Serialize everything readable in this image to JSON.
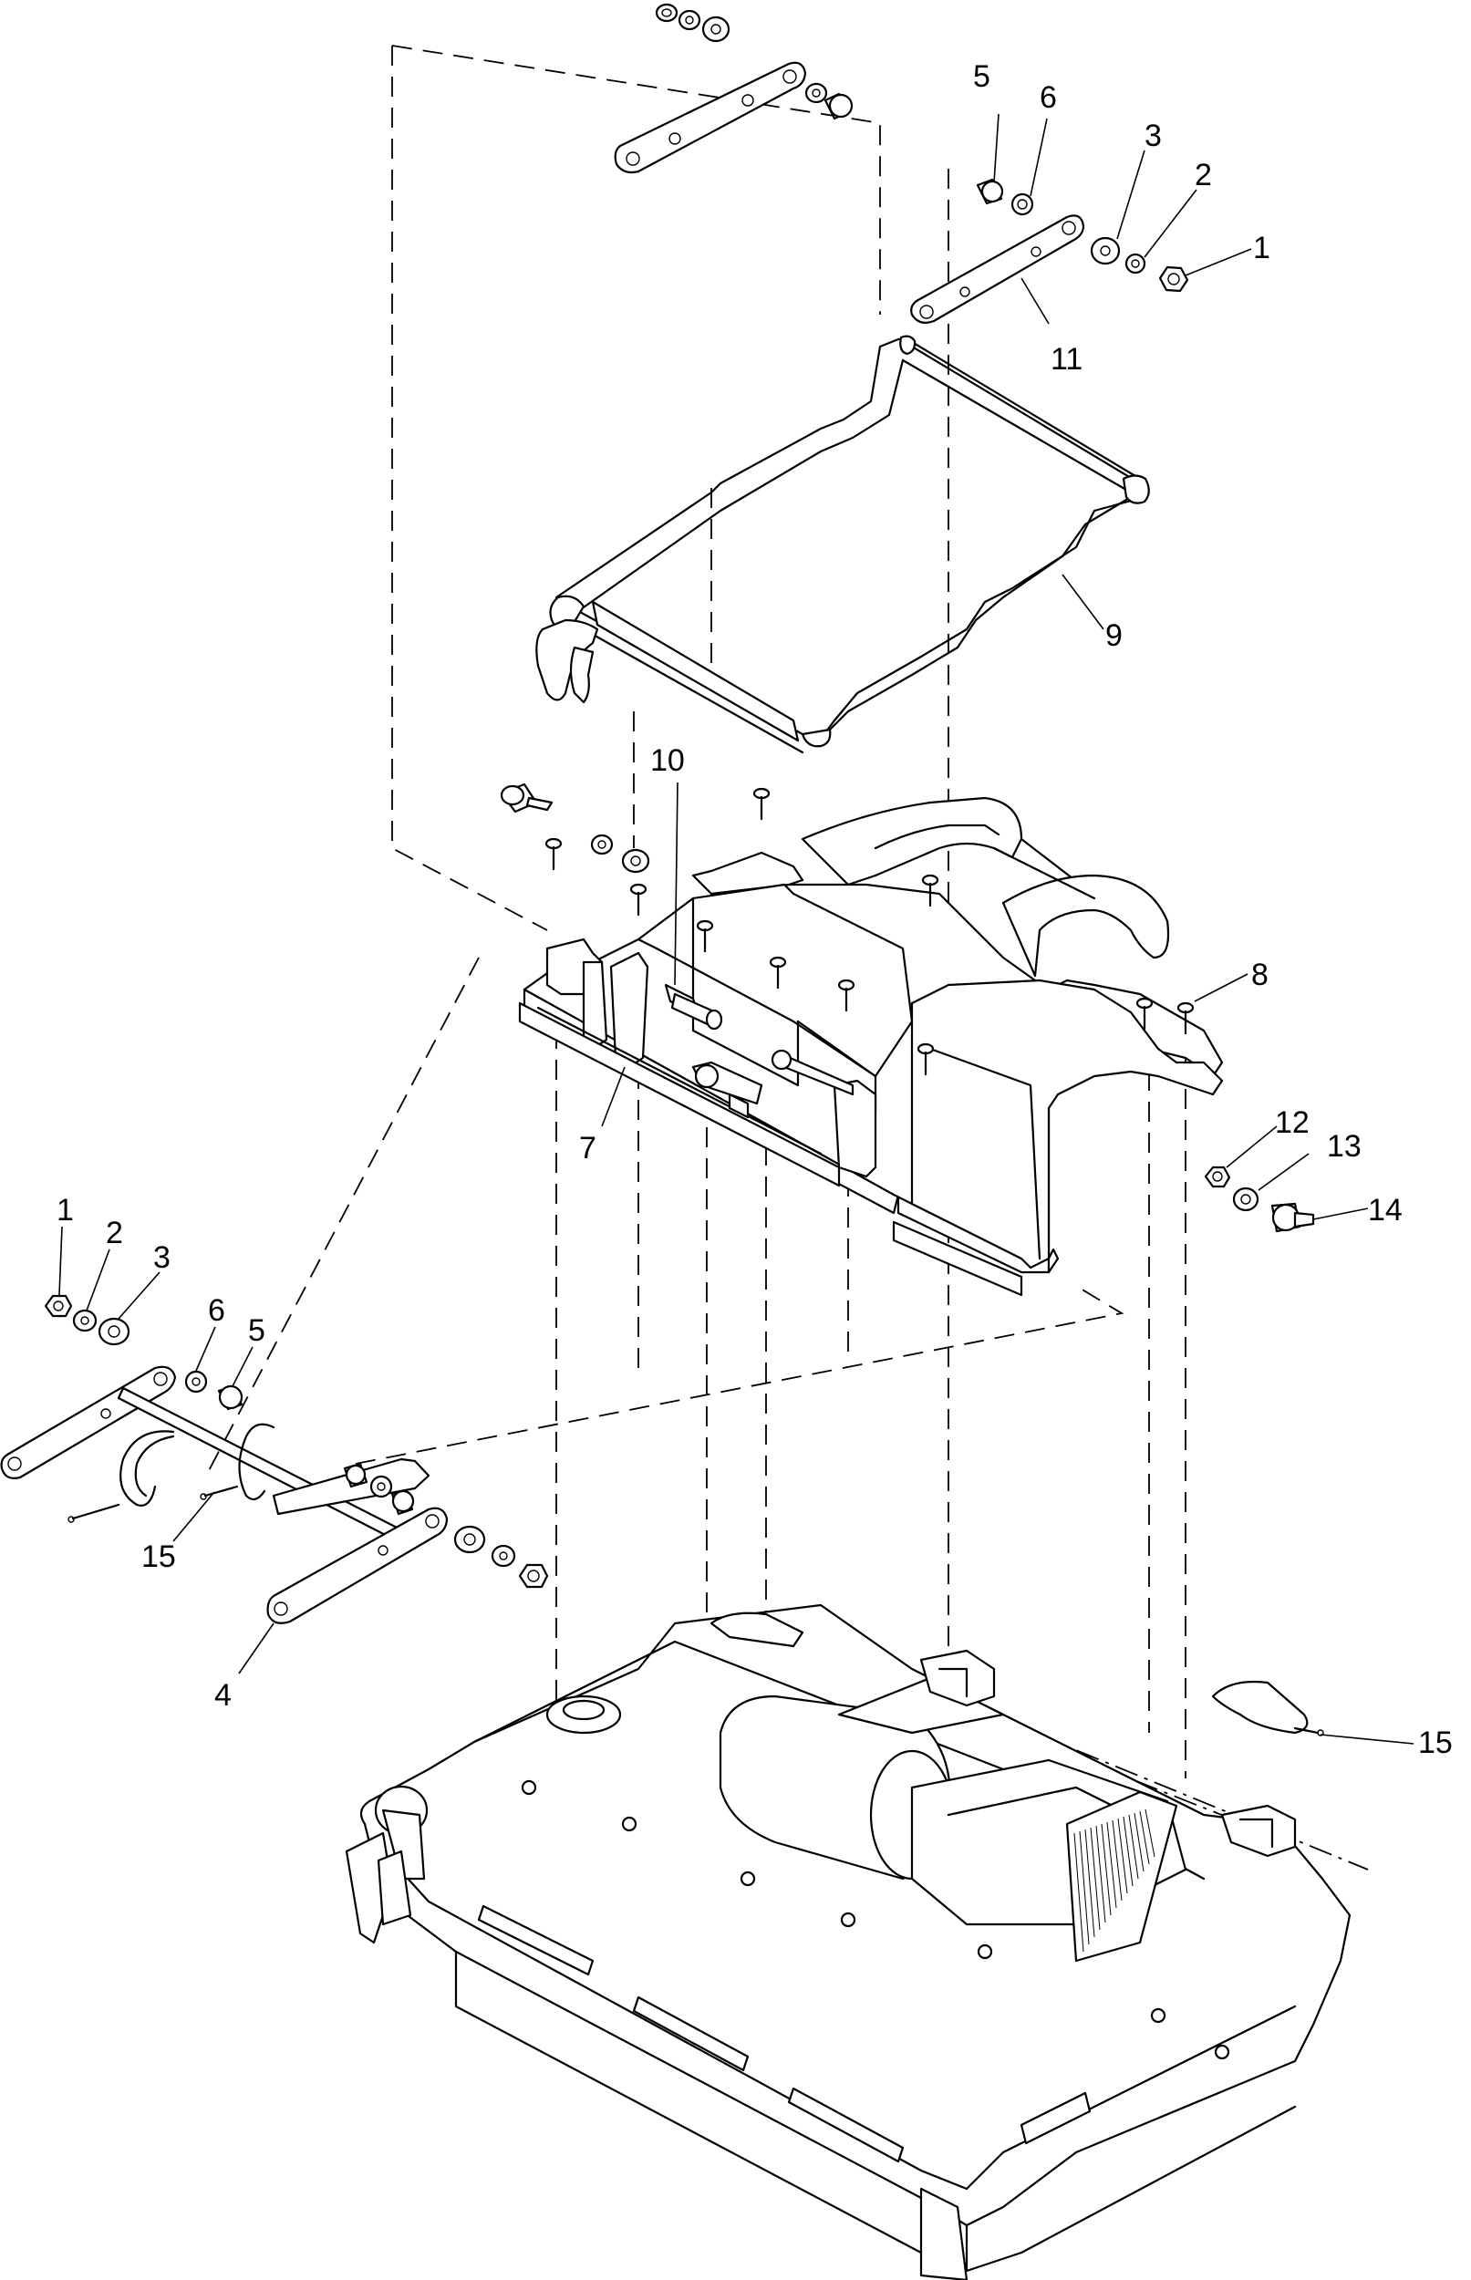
{
  "callouts": [
    {
      "id": "c1a",
      "label": "1"
    },
    {
      "id": "c2a",
      "label": "2"
    },
    {
      "id": "c3a",
      "label": "3"
    },
    {
      "id": "c5a",
      "label": "5"
    },
    {
      "id": "c6a",
      "label": "6"
    },
    {
      "id": "c11",
      "label": "11"
    },
    {
      "id": "c9",
      "label": "9"
    },
    {
      "id": "c10",
      "label": "10"
    },
    {
      "id": "c8",
      "label": "8"
    },
    {
      "id": "c7",
      "label": "7"
    },
    {
      "id": "c12",
      "label": "12"
    },
    {
      "id": "c13",
      "label": "13"
    },
    {
      "id": "c14",
      "label": "14"
    },
    {
      "id": "c1b",
      "label": "1"
    },
    {
      "id": "c2b",
      "label": "2"
    },
    {
      "id": "c3b",
      "label": "3"
    },
    {
      "id": "c6b",
      "label": "6"
    },
    {
      "id": "c5b",
      "label": "5"
    },
    {
      "id": "c15a",
      "label": "15"
    },
    {
      "id": "c4",
      "label": "4"
    },
    {
      "id": "c15b",
      "label": "15"
    }
  ]
}
